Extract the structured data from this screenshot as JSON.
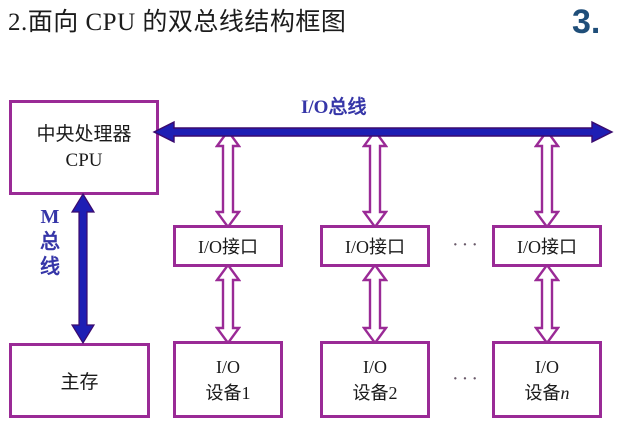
{
  "slide": {
    "title": "2.面向 CPU 的双总线结构框图",
    "section_number": "3.",
    "accent_box_color": "#9a2a96",
    "accent_bus_color": "#1e1eb4",
    "accent_label_color": "#3636a8",
    "section_number_color": "#1f4e79"
  },
  "diagram": {
    "cpu": {
      "line1": "中央处理器",
      "line2": "CPU"
    },
    "memory": {
      "label": "主存"
    },
    "io_bus": {
      "label": "I/O总线",
      "arrow": "double-headed-horizontal"
    },
    "m_bus": {
      "line1": "M",
      "line2": "总",
      "line3": "线",
      "arrow": "double-headed-vertical"
    },
    "interfaces": [
      {
        "label": "I/O接口"
      },
      {
        "label": "I/O接口"
      },
      {
        "label": "I/O接口"
      }
    ],
    "devices": [
      {
        "line1": "I/O",
        "line2": "设备",
        "index": "1"
      },
      {
        "line1": "I/O",
        "line2": "设备",
        "index": "2"
      },
      {
        "line1": "I/O",
        "line2": "设备",
        "index": "n"
      }
    ],
    "ellipsis": "···",
    "connectors": {
      "style": "hollow-outline-double-arrow",
      "color": "#9a2a96"
    }
  }
}
